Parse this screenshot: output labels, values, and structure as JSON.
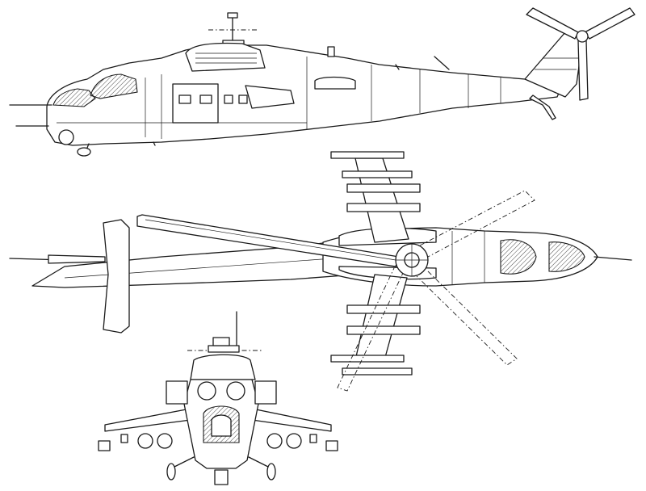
{
  "figure": {
    "views": [
      {
        "id": "side",
        "label": ""
      },
      {
        "id": "top",
        "label": ""
      },
      {
        "id": "front",
        "label": ""
      }
    ],
    "line_color": "#1a1a1a",
    "background": "#ffffff"
  }
}
